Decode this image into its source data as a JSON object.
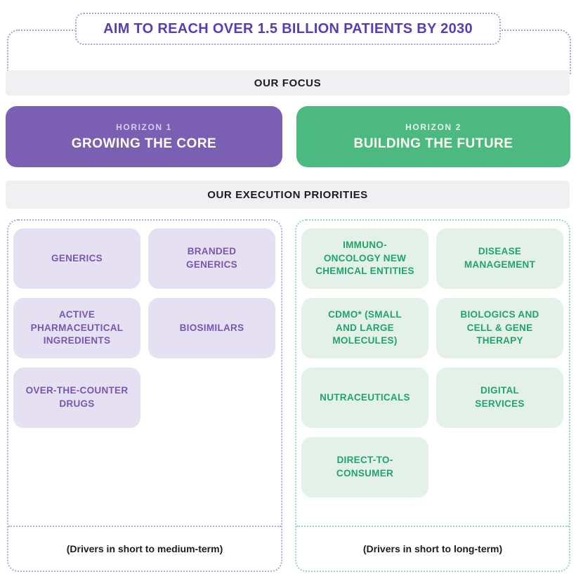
{
  "goal_title": "AIM TO REACH OVER 1.5 BILLION PATIENTS BY 2030",
  "section_labels": {
    "focus": "OUR FOCUS",
    "execution": "OUR EXECUTION PRIORITIES"
  },
  "horizons": [
    {
      "kicker": "HORIZON 1",
      "title": "GROWING THE CORE"
    },
    {
      "kicker": "HORIZON 2",
      "title": "BUILDING THE FUTURE"
    }
  ],
  "columns": [
    {
      "theme": "purple",
      "tiles": [
        "GENERICS",
        "BRANDED\nGENERICS",
        "ACTIVE\nPHARMACEUTICAL\nINGREDIENTS",
        "BIOSIMILARS",
        "OVER-THE-COUNTER\nDRUGS"
      ],
      "footer": "(Drivers in short to medium-term)"
    },
    {
      "theme": "green",
      "tiles": [
        "IMMUNO-\nONCOLOGY NEW\nCHEMICAL ENTITIES",
        "DISEASE\nMANAGEMENT",
        "CDMO* (SMALL\nAND LARGE\nMOLECULES)",
        "BIOLOGICS AND\nCELL & GENE\nTHERAPY",
        "NUTRACEUTICALS",
        "DIGITAL\nSERVICES",
        "DIRECT-TO-\nCONSUMER"
      ],
      "footer": "(Drivers in short to long-term)"
    }
  ],
  "colors": {
    "accent_purple": "#5a3cb4",
    "horizon1_bg": "#7b5fb3",
    "horizon1_kicker": "#d7ccf2",
    "horizon2_bg": "#4cba80",
    "horizon2_kicker": "#e7f6ec",
    "white_text": "#fffef6",
    "bar_bg": "#f0f0f2",
    "dark_text": "#1b1b23",
    "tile_purple_bg": "#e5e0f2",
    "tile_purple_text": "#7757b2",
    "tile_green_bg": "#e4f1e9",
    "tile_green_text": "#1fa56a",
    "dash_purple": "#a89dd4",
    "dash_purple_light": "#b5a8de",
    "dash_green": "#97d6b6"
  }
}
